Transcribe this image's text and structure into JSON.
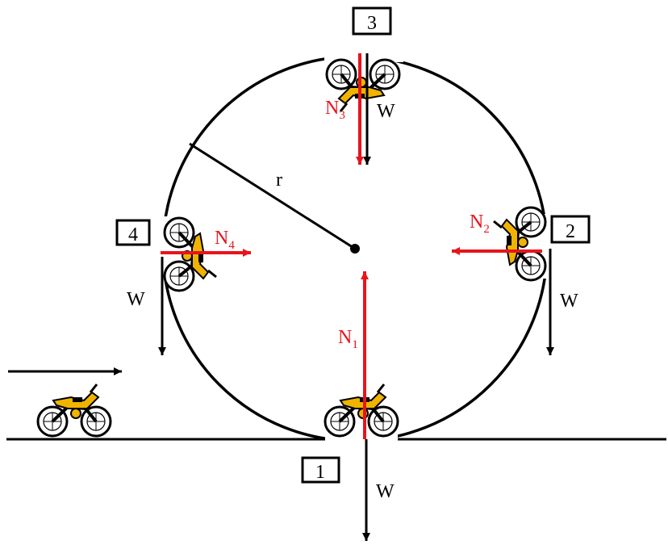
{
  "labels": {
    "radius": "r",
    "weight": "W",
    "normal": "N",
    "pos1": "1",
    "pos2": "2",
    "pos3": "3",
    "pos4": "4",
    "n1_sub": "1",
    "n2_sub": "2",
    "n3_sub": "3",
    "n4_sub": "4"
  },
  "colors": {
    "normal_force": "#e8141c",
    "weight_force": "#000000",
    "track": "#000000",
    "bike_body": "#f0b400"
  }
}
